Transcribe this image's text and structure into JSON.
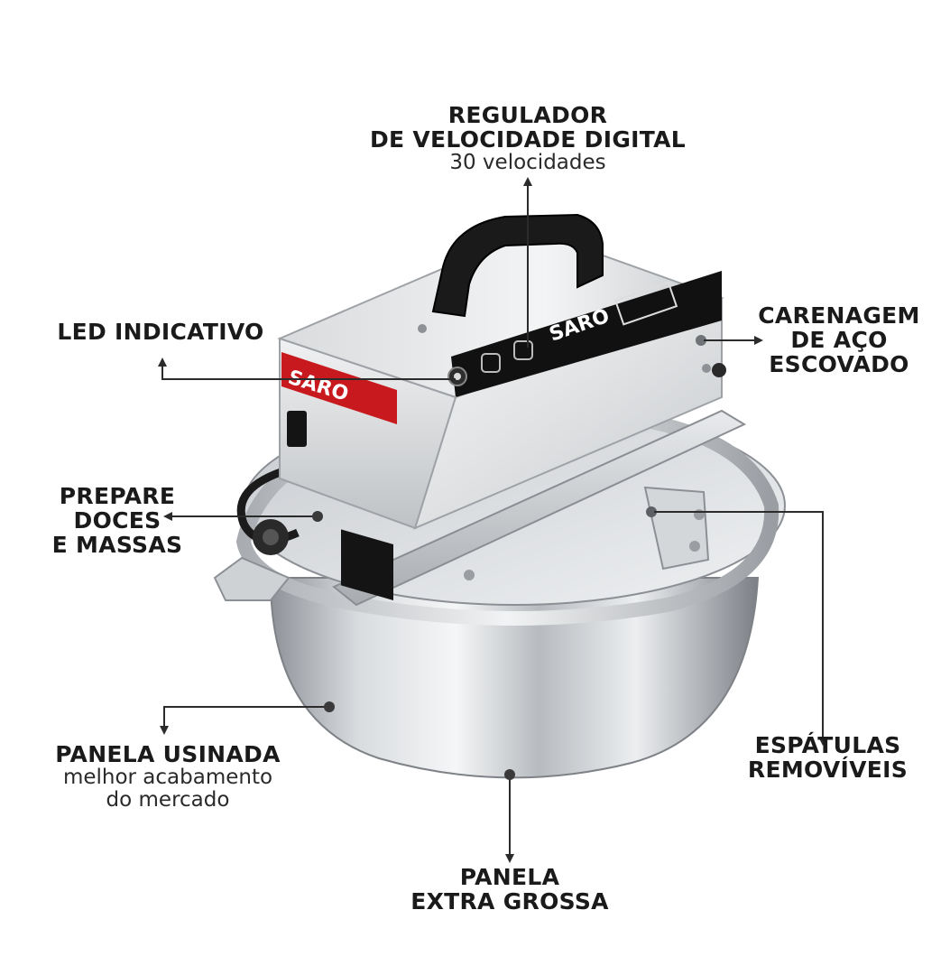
{
  "colors": {
    "text": "#1a1a1a",
    "line": "#2b2b2b",
    "brand_red": "#c8191e",
    "panel_black": "#111111"
  },
  "callouts": {
    "regulador": {
      "line1": "REGULADOR",
      "line2": "DE VELOCIDADE DIGITAL",
      "sub": "30 velocidades"
    },
    "led": {
      "line1": "LED INDICATIVO"
    },
    "carenagem": {
      "line1": "CARENAGEM",
      "line2": "DE AÇO",
      "line3": "ESCOVADO"
    },
    "prepare": {
      "line1": "PREPARE",
      "line2": "DOCES",
      "line3": "E MASSAS"
    },
    "panela_usinada": {
      "line1": "PANELA USINADA",
      "sub1": "melhor acabamento",
      "sub2": "do mercado"
    },
    "espatulas": {
      "line1": "ESPÁTULAS",
      "line2": "REMOVÍVEIS"
    },
    "panela_grossa": {
      "line1": "PANELA",
      "line2": "EXTRA GROSSA"
    }
  },
  "product": {
    "brand_side": "SARO",
    "brand_top": "SARO"
  }
}
